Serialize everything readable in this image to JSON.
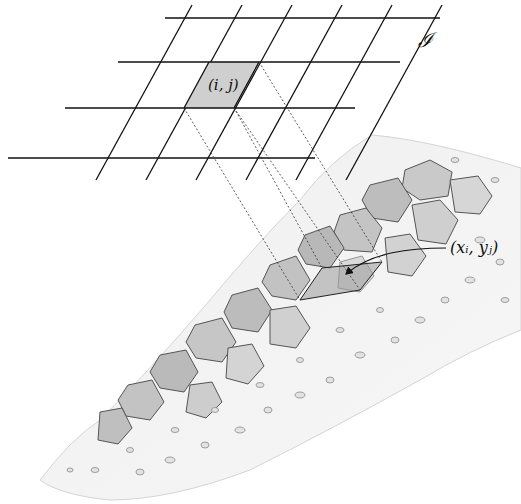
{
  "diagram": {
    "nodes": [
      {
        "text": [
          "(i, j)"
        ]
      }
    ],
    "labels": [
      "ℐ",
      "(xᵢ, yⱼ)"
    ]
  }
}
